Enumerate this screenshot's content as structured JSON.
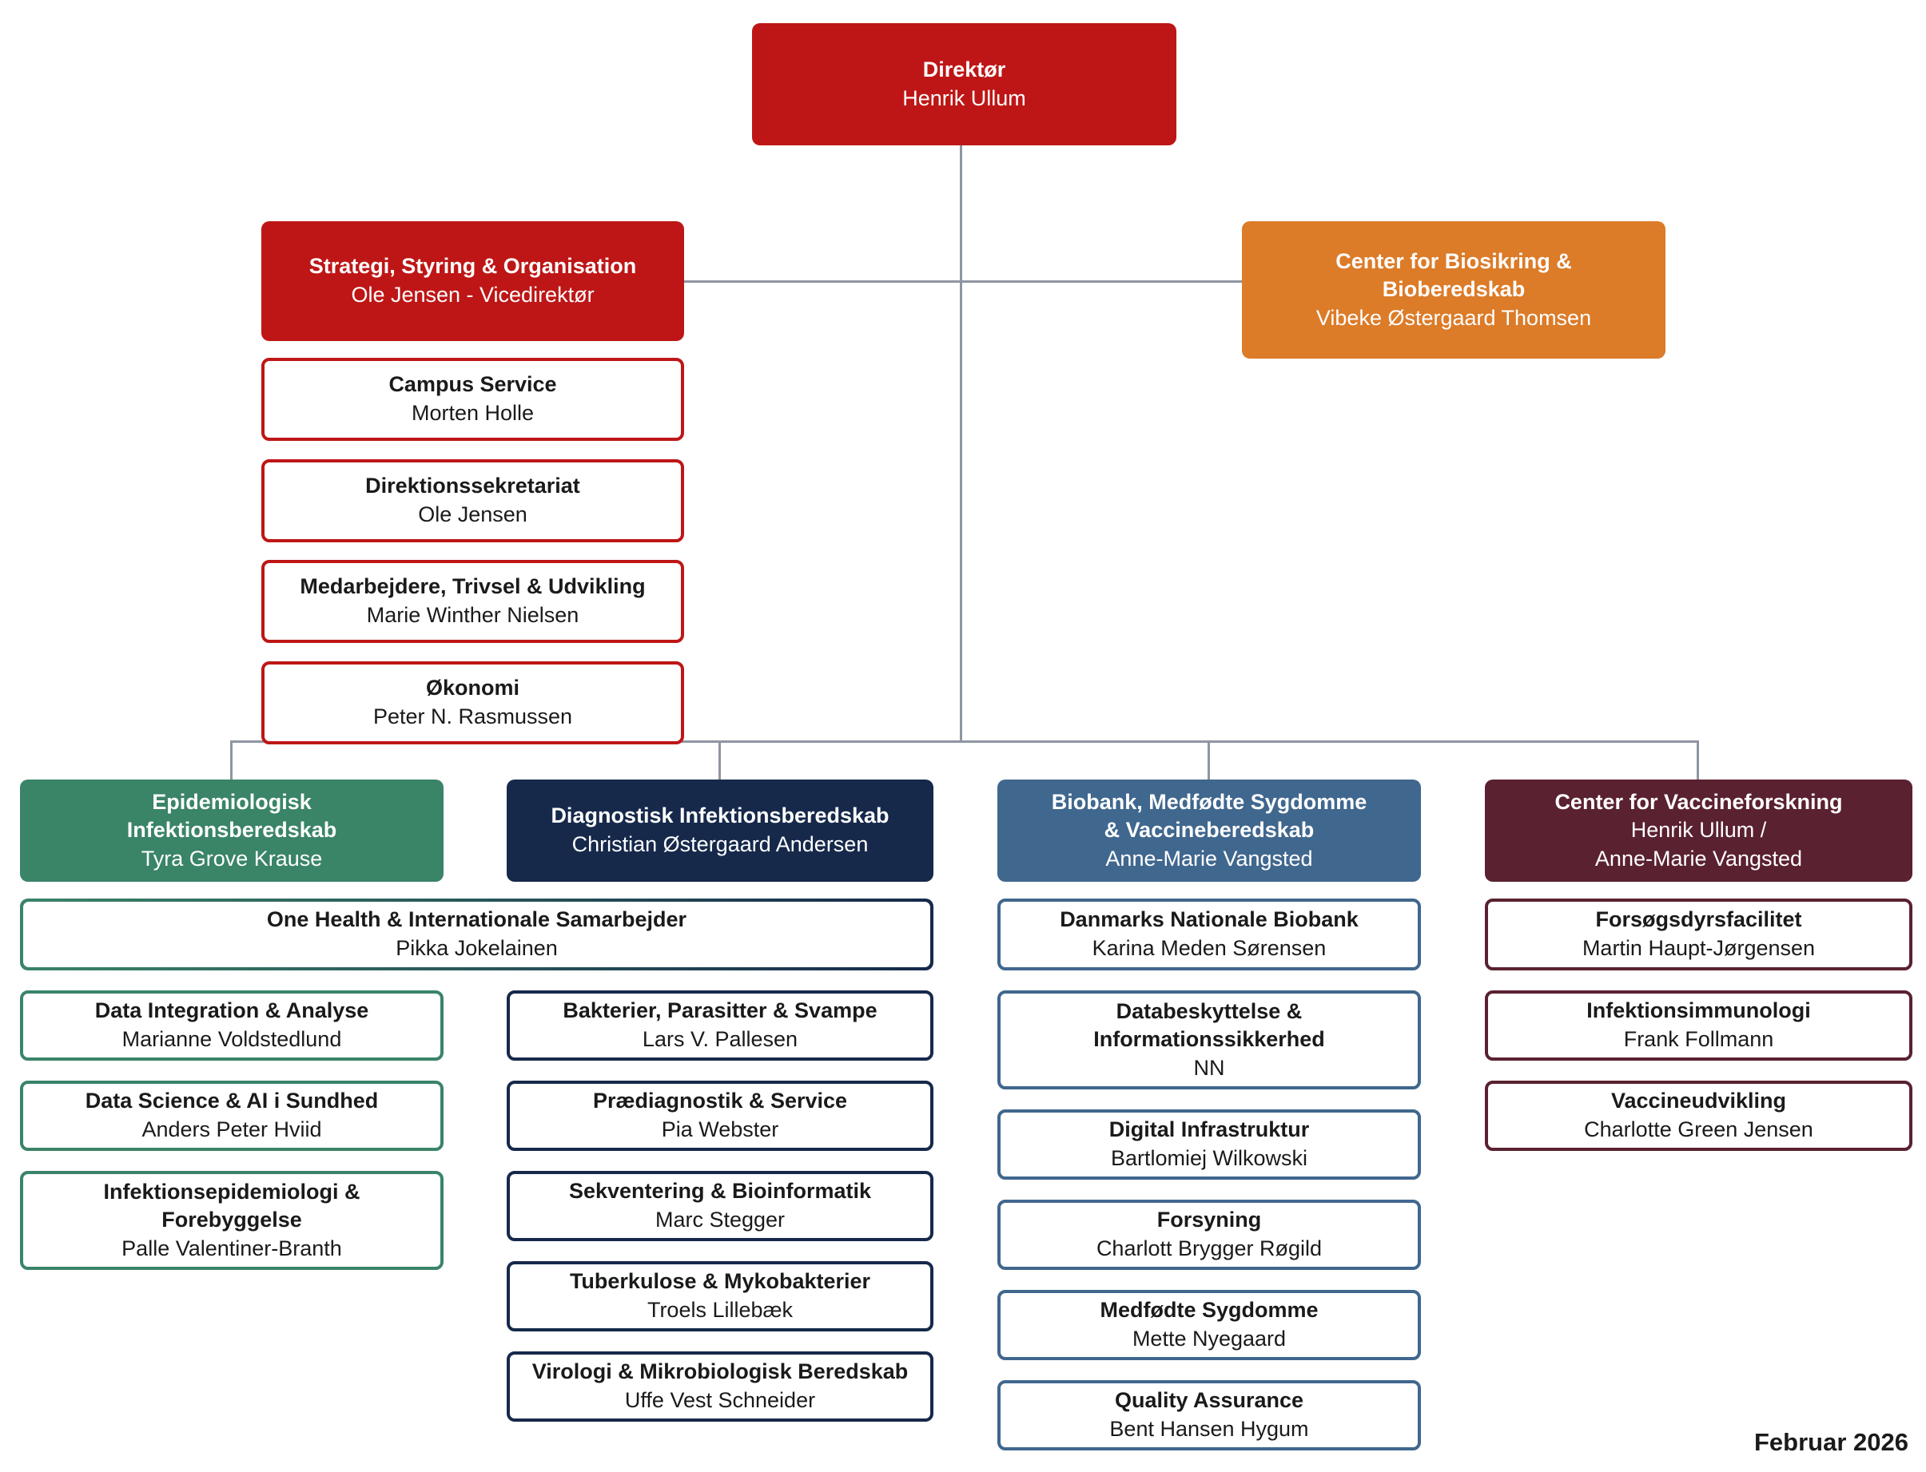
{
  "page": {
    "date_label": "Februar 2026"
  },
  "colors": {
    "red": "#BE1616",
    "orange": "#DC7B28",
    "green": "#3A8468",
    "navy": "#16294B",
    "blue": "#40678E",
    "maroon": "#5A2130",
    "connector": "#8E96A1",
    "text": "#1A1A1A"
  },
  "director": {
    "title": "Direktør",
    "name": "Henrik Ullum"
  },
  "staff_branch": {
    "head": {
      "title": "Strategi, Styring & Organisation",
      "name": "Ole Jensen - Vicedirektør"
    },
    "units": [
      {
        "title": "Campus Service",
        "name": "Morten Holle"
      },
      {
        "title": "Direktionssekretariat",
        "name": "Ole Jensen"
      },
      {
        "title": "Medarbejdere, Trivsel & Udvikling",
        "name": "Marie Winther Nielsen"
      },
      {
        "title": "Økonomi",
        "name": "Peter N. Rasmussen"
      }
    ]
  },
  "biosecurity": {
    "title": "Center for Biosikring &\nBioberedskab",
    "name": "Vibeke Østergaard Thomsen"
  },
  "shared_unit": {
    "title": "One Health & Internationale Samarbejder",
    "name": "Pikka Jokelainen"
  },
  "divisions": [
    {
      "title": "Epidemiologisk\nInfektionsberedskab",
      "name": "Tyra Grove Krause",
      "color": "#3A8468",
      "units": [
        {
          "title": "Data Integration & Analyse",
          "name": "Marianne Voldstedlund"
        },
        {
          "title": "Data Science & AI i Sundhed",
          "name": "Anders Peter Hviid"
        },
        {
          "title": "Infektionsepidemiologi &\nForebyggelse",
          "name": "Palle Valentiner-Branth"
        }
      ]
    },
    {
      "title": "Diagnostisk Infektionsberedskab",
      "name": "Christian Østergaard Andersen",
      "color": "#16294B",
      "units": [
        {
          "title": "Bakterier, Parasitter & Svampe",
          "name": "Lars V. Pallesen"
        },
        {
          "title": "Prædiagnostik & Service",
          "name": "Pia Webster"
        },
        {
          "title": "Sekventering & Bioinformatik",
          "name": "Marc Stegger"
        },
        {
          "title": "Tuberkulose & Mykobakterier",
          "name": "Troels Lillebæk"
        },
        {
          "title": "Virologi & Mikrobiologisk Beredskab",
          "name": "Uffe Vest Schneider"
        }
      ]
    },
    {
      "title": "Biobank, Medfødte Sygdomme\n& Vaccineberedskab",
      "name": "Anne-Marie Vangsted",
      "color": "#40678E",
      "units": [
        {
          "title": "Danmarks Nationale Biobank",
          "name": "Karina Meden Sørensen"
        },
        {
          "title": "Databeskyttelse &\nInformationssikkerhed",
          "name": "NN"
        },
        {
          "title": "Digital Infrastruktur",
          "name": "Bartlomiej Wilkowski"
        },
        {
          "title": "Forsyning",
          "name": "Charlott Brygger Røgild"
        },
        {
          "title": "Medfødte Sygdomme",
          "name": "Mette Nyegaard"
        },
        {
          "title": "Quality Assurance",
          "name": "Bent Hansen Hygum"
        }
      ]
    },
    {
      "title": "Center for Vaccineforskning",
      "name": "Henrik Ullum /\nAnne-Marie Vangsted",
      "color": "#5A2130",
      "units": [
        {
          "title": "Forsøgsdyrsfacilitet",
          "name": "Martin Haupt-Jørgensen"
        },
        {
          "title": "Infektionsimmunologi",
          "name": "Frank Follmann"
        },
        {
          "title": "Vaccineudvikling",
          "name": "Charlotte Green Jensen"
        }
      ]
    }
  ]
}
